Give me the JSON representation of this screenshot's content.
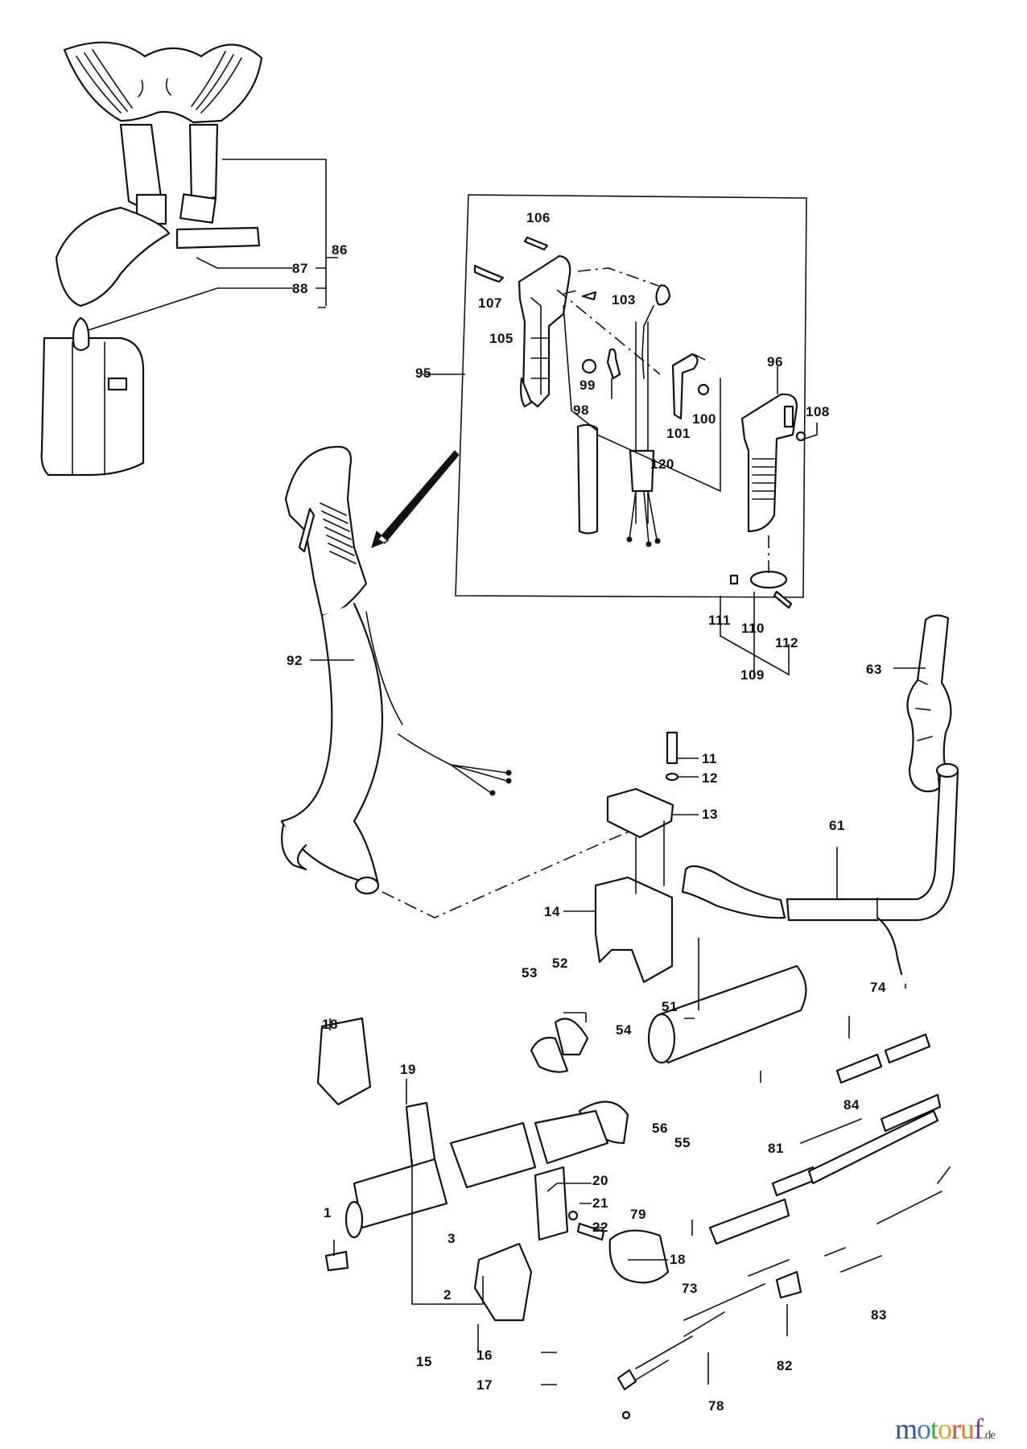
{
  "diagram": {
    "type": "exploded-parts-diagram",
    "subject": "brush cutter handle / harness assembly",
    "callouts": {
      "p86": "86",
      "p87": "87",
      "p88": "88",
      "p95": "95",
      "p96": "96",
      "p98": "98",
      "p99": "99",
      "p100": "100",
      "p101": "101",
      "p103": "103",
      "p105": "105",
      "p106": "106",
      "p107": "107",
      "p108": "108",
      "p109": "109",
      "p110": "110",
      "p111": "111",
      "p112": "112",
      "p120": "120",
      "p92": "92",
      "p63": "63",
      "p61": "61",
      "p11": "11",
      "p12": "12",
      "p13": "13",
      "p14": "14",
      "p53": "53",
      "p52": "52",
      "p51": "51",
      "p54": "54",
      "p74": "74",
      "p18a": "18",
      "p19": "19",
      "p56": "56",
      "p55": "55",
      "p84": "84",
      "p81": "81",
      "p20": "20",
      "p21": "21",
      "p22": "22",
      "p1": "1",
      "p3": "3",
      "p2": "2",
      "p18b": "18",
      "p79": "79",
      "p73": "73",
      "p83": "83",
      "p15": "15",
      "p16": "16",
      "p82": "82",
      "p17": "17",
      "p78": "78"
    }
  },
  "watermark": {
    "letters": [
      "m",
      "o",
      "t",
      "o",
      "r",
      "u",
      "f"
    ],
    "colors": [
      "#3b4fa0",
      "#3b7fc4",
      "#3aa34a",
      "#e0a22a",
      "#d8473c",
      "#e07a2a",
      "#7a3f9e"
    ],
    "tld": ".de"
  }
}
